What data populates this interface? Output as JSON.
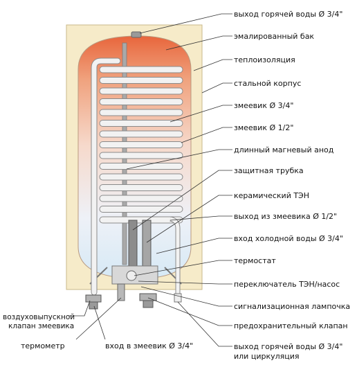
{
  "diagram": {
    "labels_right": [
      "выход горячей воды Ø 3/4\"",
      "эмалированный бак",
      "теплоизоляция",
      "стальной корпус",
      "змеевик Ø 3/4\"",
      "змеевик Ø 1/2\"",
      "длинный магневый анод",
      "защитная трубка",
      "керамический ТЭН",
      "выход из змеевика Ø 1/2\"",
      "вход холодной воды Ø 3/4\"",
      "термостат",
      "переключатель ТЭН/насос",
      "сигнализационная лампочка",
      "предохранительный клапан",
      "выход горячей воды Ø 3/4\"",
      "или циркуляция"
    ],
    "labels_left": {
      "air_valve_line1": "воздуховыпускной",
      "air_valve_line2": "клапан змеевика",
      "thermometer": "термометр",
      "coil_inlet": "вход в змеевик Ø 3/4\""
    },
    "colors": {
      "casing": "#f6ebc9",
      "casing_outline": "#c9b88a",
      "tank_hot": "#e8744a",
      "tank_cold": "#dcecf7",
      "coil": "#f2f2f2",
      "coil_outline": "#8a8a8a",
      "leader": "#333333"
    }
  }
}
